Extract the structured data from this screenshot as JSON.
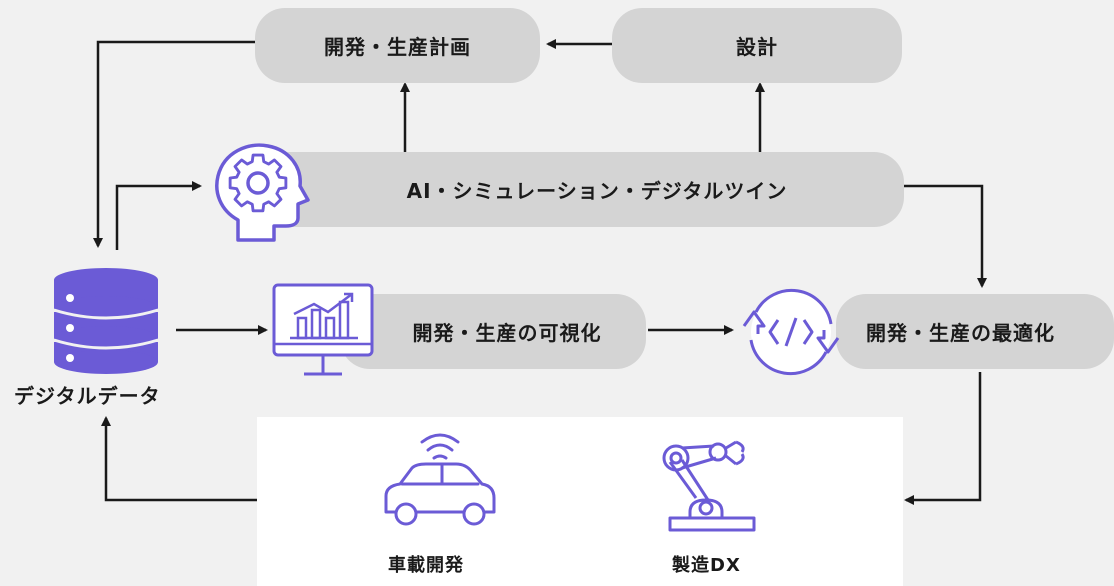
{
  "nodes": {
    "plan": "開発・生産計画",
    "design": "設計",
    "ai": "AI・シミュレーション・デジタルツイン",
    "visualize": "開発・生産の可視化",
    "optimize": "開発・生産の最適化",
    "data": "デジタルデータ",
    "vehicle": "車載開発",
    "dx": "製造DX"
  },
  "icons": {
    "ai": "ai-head-gear-icon",
    "visualize": "dashboard-chart-icon",
    "optimize": "code-cycle-icon",
    "data": "database-icon",
    "vehicle": "connected-car-icon",
    "dx": "robot-arm-icon"
  },
  "colors": {
    "accent": "#6b5bd6",
    "pill": "#d4d4d4",
    "line": "#1a1a1a",
    "background": "#f1f1f1"
  }
}
